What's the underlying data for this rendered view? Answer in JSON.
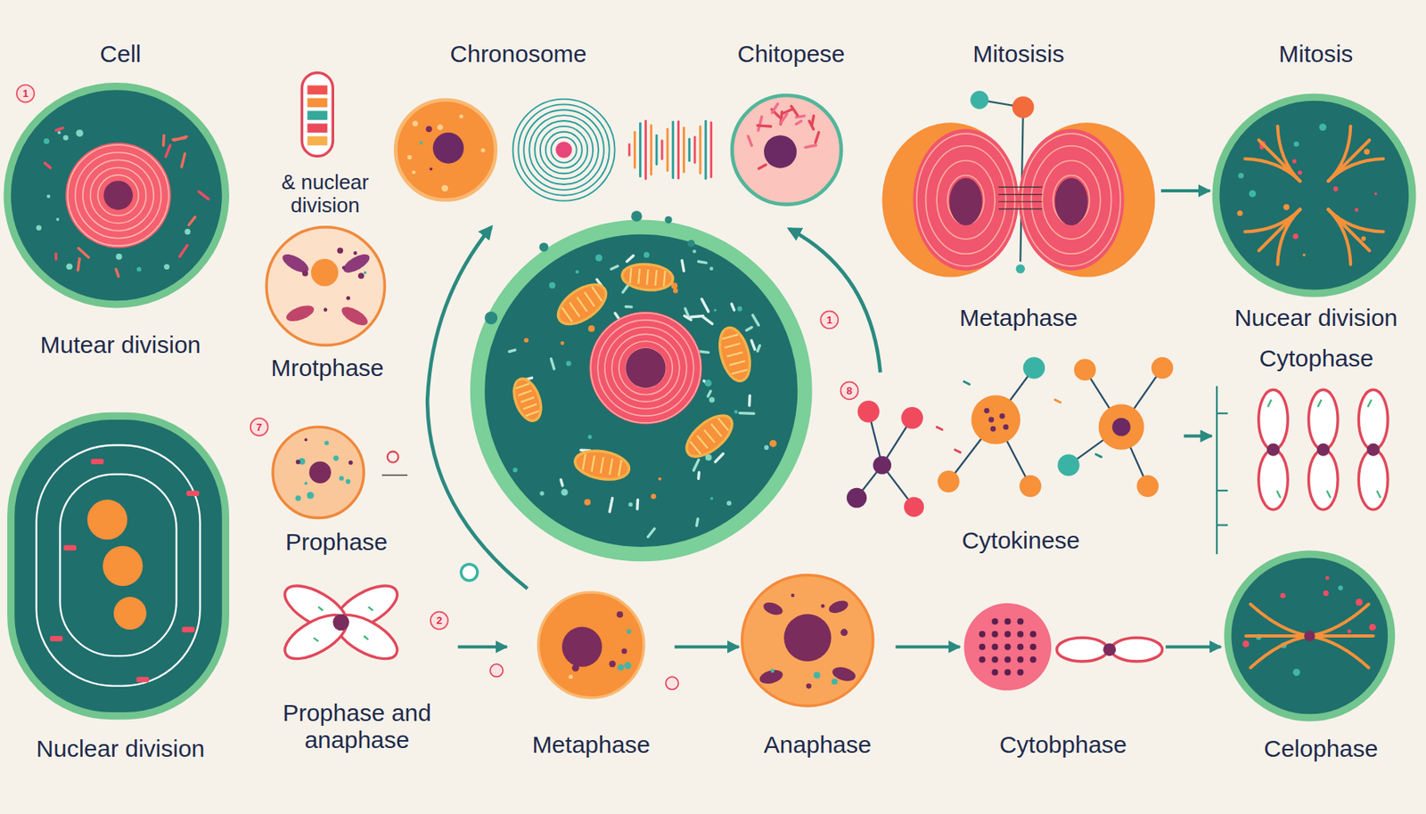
{
  "diagram": {
    "nodes": [
      {
        "text": [
          "Cell",
          "Mutear division"
        ]
      },
      {
        "text": [
          "& nuclear division"
        ]
      },
      {
        "text": [
          "Chronosome"
        ]
      },
      {
        "text": [
          "Chitopese"
        ]
      },
      {
        "text": [
          "Mitosisis",
          "Metaphase"
        ]
      },
      {
        "text": [
          "Mitosis",
          "Nucear division"
        ]
      },
      {
        "text": [
          "Mrotphase"
        ]
      },
      {
        "text": [
          "Cytophase"
        ]
      },
      {
        "text": [
          "Cytokinese"
        ]
      },
      {
        "text": [
          "Prophase"
        ]
      },
      {
        "text": [
          "Nuclear division"
        ]
      },
      {
        "text": [
          "Prophase and anaphase"
        ]
      },
      {
        "text": [
          "Metaphase"
        ]
      },
      {
        "text": [
          "Anaphase"
        ]
      },
      {
        "text": [
          "Cytobphase"
        ]
      },
      {
        "text": [
          "Celophase"
        ]
      }
    ],
    "edges": [
      {
        "from": 4,
        "to": 5,
        "arrow": "to"
      },
      {
        "from": 8,
        "to": 7,
        "arrow": "to"
      },
      {
        "from": 11,
        "to": 12,
        "arrow": "to"
      },
      {
        "from": 12,
        "to": 13,
        "arrow": "to"
      },
      {
        "from": 13,
        "to": 14,
        "arrow": "to"
      },
      {
        "from": 14,
        "to": 15,
        "arrow": "to"
      }
    ],
    "labels": [
      "1",
      "1",
      "8",
      "7",
      "2"
    ]
  }
}
